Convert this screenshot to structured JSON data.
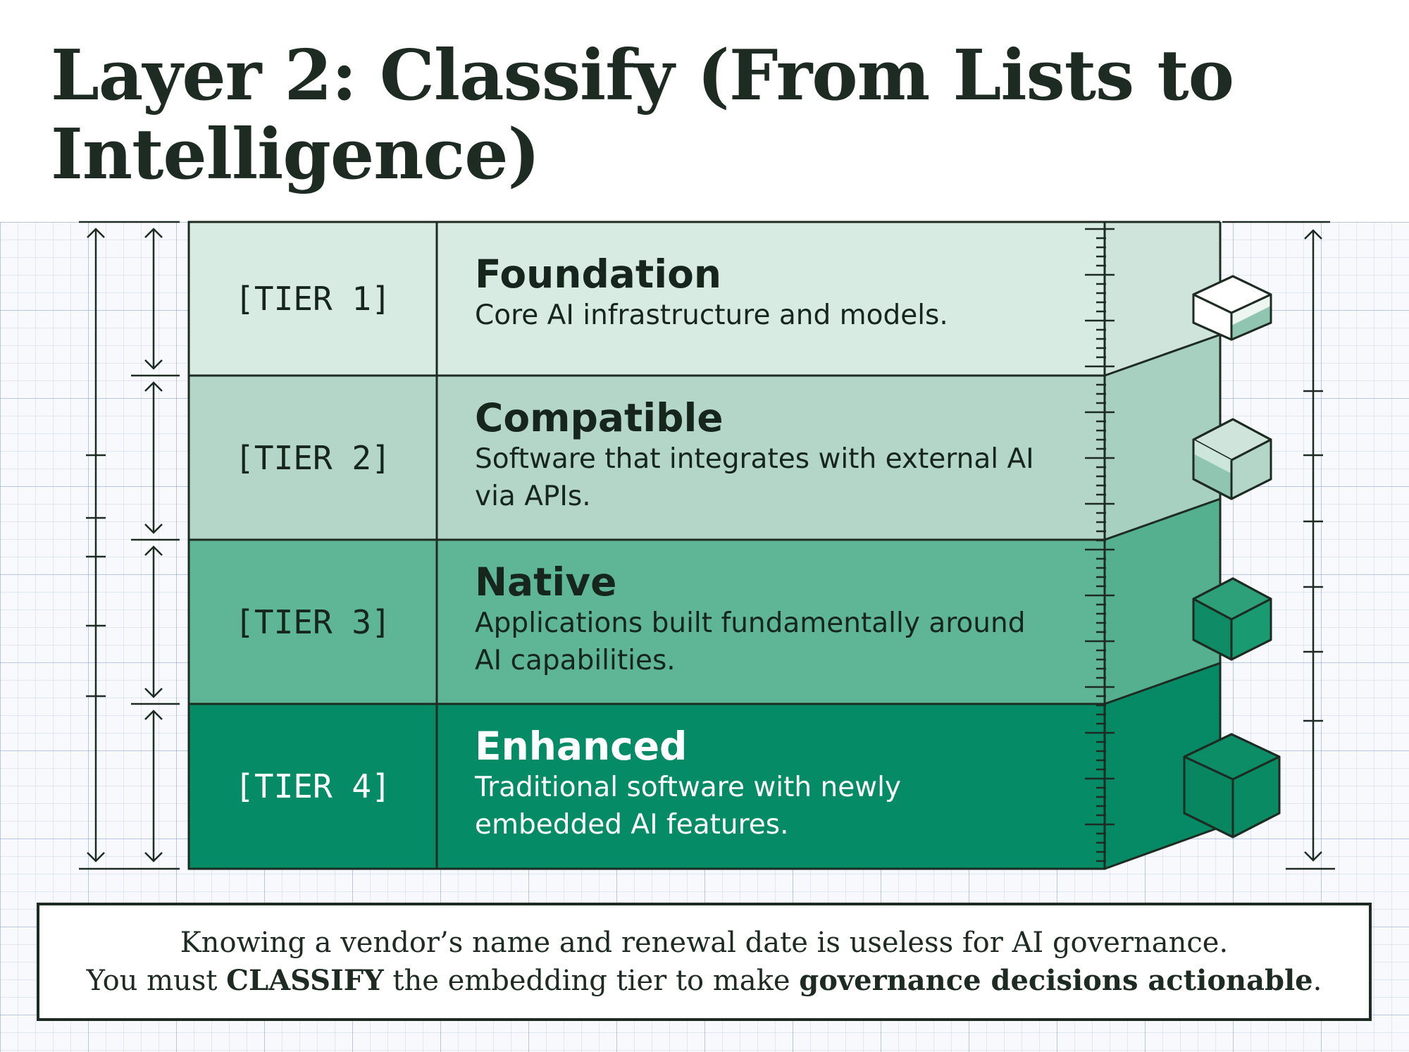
{
  "title": "Layer 2: Classify (From Lists to Intelligence)",
  "tiers": [
    {
      "label": "[TIER 1]",
      "name": "Foundation",
      "description": "Core AI infrastructure and models."
    },
    {
      "label": "[TIER 2]",
      "name": "Compatible",
      "description": "Software that integrates with external AI via APIs."
    },
    {
      "label": "[TIER 3]",
      "name": "Native",
      "description": "Applications built fundamentally around AI capabilities."
    },
    {
      "label": "[TIER 4]",
      "name": "Enhanced",
      "description": "Traditional software with newly embedded AI features."
    }
  ],
  "colors": {
    "tier1": "#d8ebe3",
    "tier2": "#b3d6c9",
    "tier3": "#5eb697",
    "tier4": "#058b66",
    "ink": "#1d2b22"
  },
  "icons": [
    "cube-icon",
    "cube-icon",
    "cube-icon",
    "cube-icon"
  ],
  "callout": {
    "line1": "Knowing a vendor’s name and renewal date is useless for AI governance.",
    "line2_prefix": "You must ",
    "line2_bold1": "CLASSIFY",
    "line2_middle": " the embedding tier to make ",
    "line2_bold2": "governance decisions actionable",
    "line2_suffix": "."
  }
}
